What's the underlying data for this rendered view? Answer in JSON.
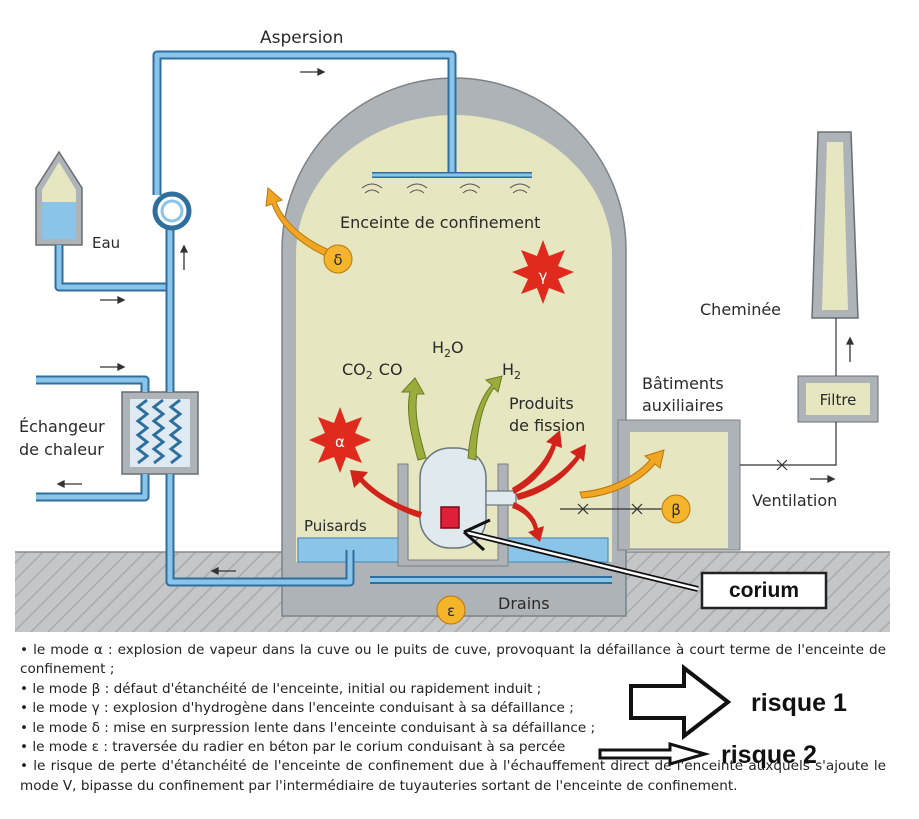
{
  "labels": {
    "aspersion": "Aspersion",
    "eau": "Eau",
    "echangeur_line1": "Échangeur",
    "echangeur_line2": "de chaleur",
    "enceinte": "Enceinte de confinement",
    "cheminee": "Cheminée",
    "batiments_line1": "Bâtiments",
    "batiments_line2": "auxiliaires",
    "filtre": "Filtre",
    "ventilation": "Ventilation",
    "produits_line1": "Produits",
    "produits_line2": "de fission",
    "puisards": "Puisards",
    "drains": "Drains",
    "corium": "corium",
    "gas_co2": "CO",
    "gas_co2_sub": "2",
    "gas_co": "CO",
    "gas_h2o_h": "H",
    "gas_h2o_sub": "2",
    "gas_h2o_o": "O",
    "gas_h2": "H",
    "gas_h2_sub": "2"
  },
  "modes": {
    "alpha": "α",
    "beta": "β",
    "gamma": "γ",
    "delta": "δ",
    "epsilon": "ε"
  },
  "notes": [
    "• le mode α : explosion de vapeur dans la cuve ou le puits de cuve, provoquant la défaillance à court terme de l'enceinte de confinement ;",
    "• le mode  β : défaut d'étanchéité de l'enceinte, initial ou rapidement induit ;",
    "• le mode γ : explosion d'hydrogène dans l'enceinte conduisant à sa défaillance ;",
    "• le mode δ : mise en surpression lente dans l'enceinte conduisant à sa défaillance ;",
    "• le mode ε : traversée du radier en béton par le corium conduisant à sa percée",
    "• le risque de perte d'étanchéité de l'enceinte de confinement due à l'échauffement direct de l'enceinte auxquels s'ajoute le mode V, bipasse du confinement par l'intermédiaire de tuyauteries sortant de l'enceinte de confinement."
  ],
  "risks": {
    "risk1": "risque 1",
    "risk2": "risque 2"
  },
  "colors": {
    "pipe": "#5aa2cf",
    "pipe_dark": "#2f6f9e",
    "wall": "#aeb3b7",
    "interior": "#e6e6c0",
    "water": "#8ac4e8",
    "explosion": "#e02a1e",
    "arrow_red": "#d2231b",
    "arrow_green": "#9aad3c",
    "arrow_orange": "#f0a623",
    "badge": "#f5b52a",
    "ground": "#c4c6c8"
  }
}
